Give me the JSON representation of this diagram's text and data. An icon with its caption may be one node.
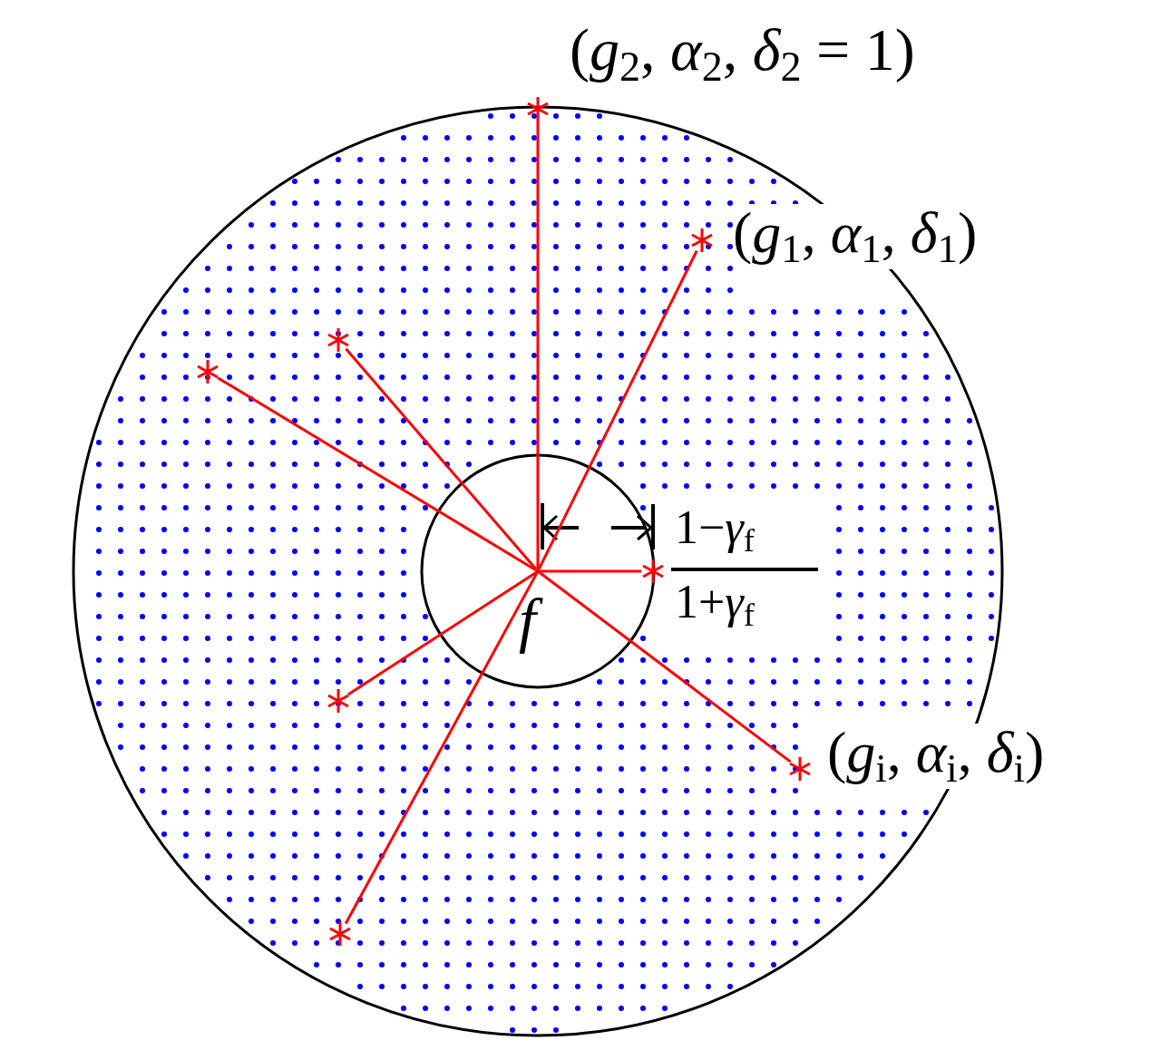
{
  "diagram": {
    "nodes": [
      {
        "text": [],
        "shape": "star",
        "beside": [
          "(*g*$_{2}$, *α*$_{2}$, *δ*$_{2}$ = 1)"
        ]
      },
      {
        "text": [],
        "shape": "star",
        "beside": [
          "(*g*$_{1}$, *α*$_{1}$, *δ*$_{1}$)"
        ]
      },
      {
        "text": [],
        "shape": "star"
      },
      {
        "text": [],
        "shape": "star"
      },
      {
        "text": [],
        "shape": "point"
      },
      {
        "text": [],
        "shape": "star"
      },
      {
        "text": [],
        "shape": "star"
      },
      {
        "text": [],
        "shape": "star",
        "beside": [
          "(*g*$_{i}$, *α*$_{i}$, *δ*$_{i}$)"
        ]
      },
      {
        "text": [],
        "shape": "star"
      }
    ],
    "edges": [
      {
        "from": 4,
        "to": 0,
        "arrow": "none"
      },
      {
        "from": 4,
        "to": 1,
        "arrow": "none"
      },
      {
        "from": 4,
        "to": 2,
        "arrow": "none"
      },
      {
        "from": 4,
        "to": 3,
        "arrow": "none"
      },
      {
        "from": 4,
        "to": 5,
        "arrow": "none"
      },
      {
        "from": 4,
        "to": 6,
        "arrow": "none"
      },
      {
        "from": 4,
        "to": 7,
        "arrow": "none"
      },
      {
        "from": 4,
        "to": 8,
        "arrow": "none"
      }
    ],
    "labels": [
      "1−*γ*$_{f}$",
      "1+*γ*$_{f}$",
      "f"
    ]
  }
}
